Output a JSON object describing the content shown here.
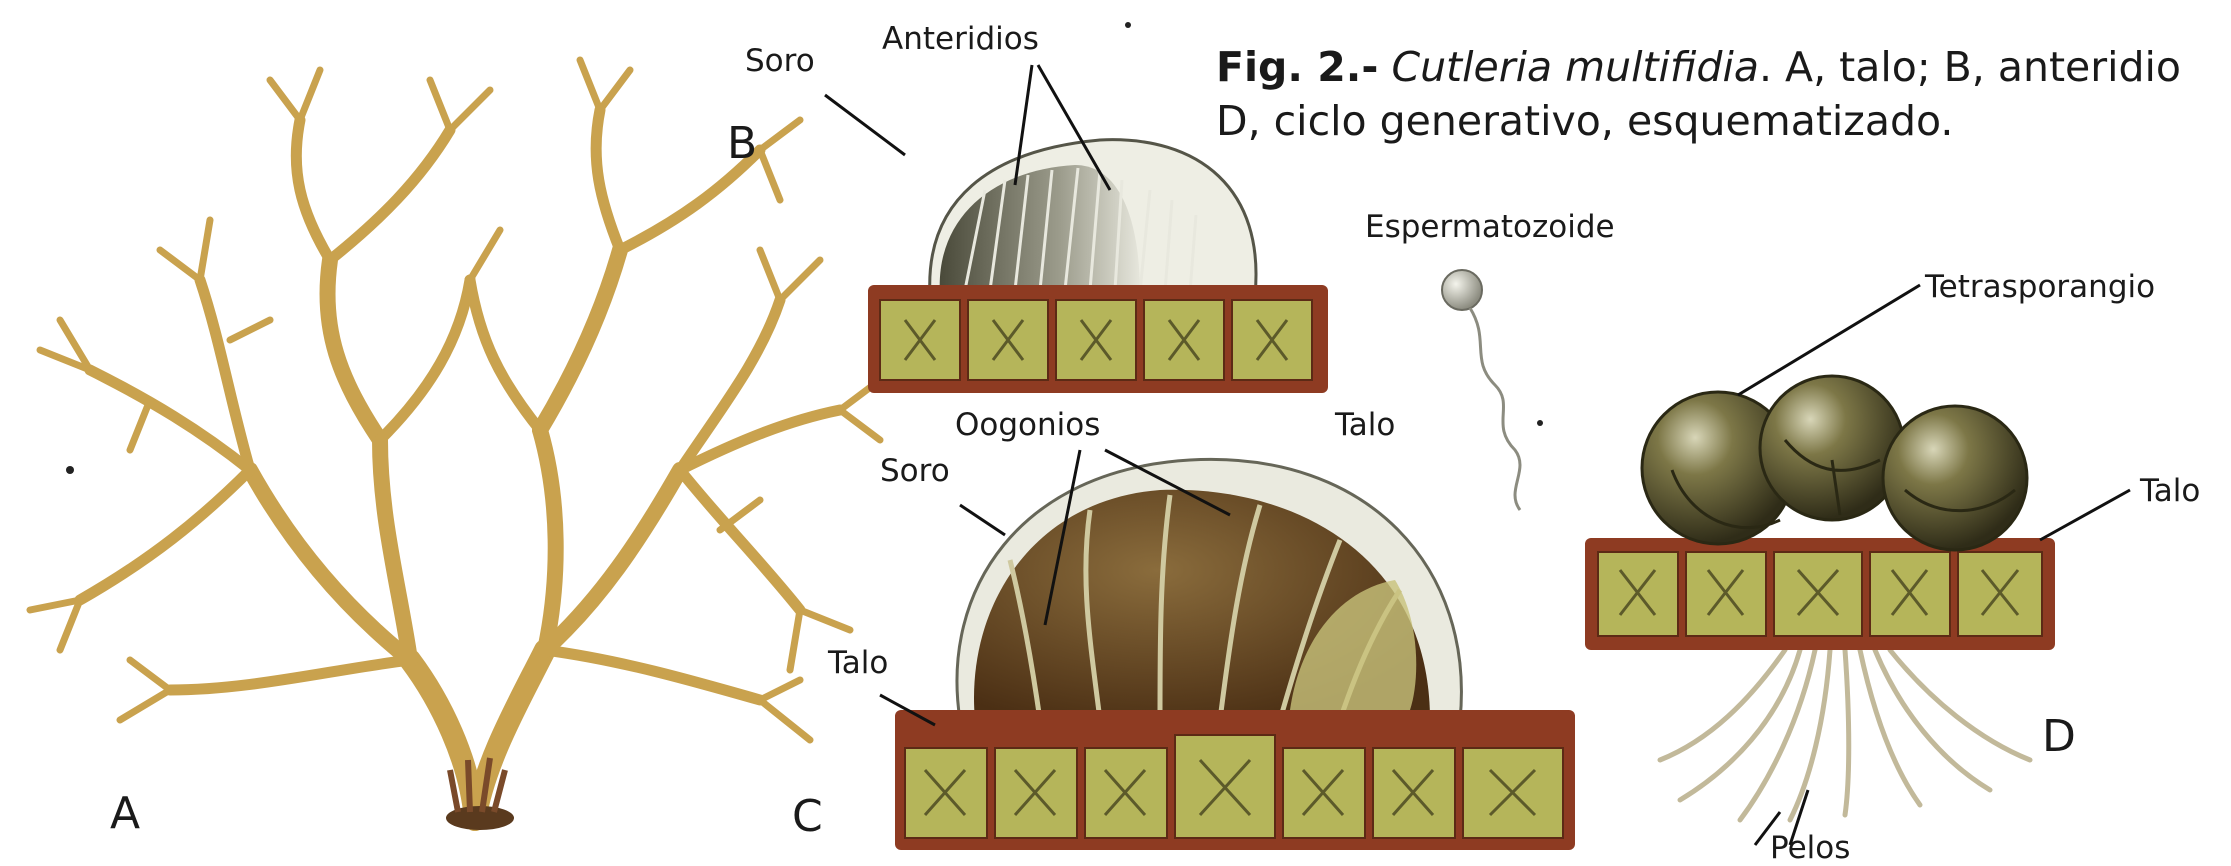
{
  "caption": {
    "fig_label": "Fig. 2.-",
    "species": "Cutleria multifidia",
    "line1_rest": ". A, talo; B, anteridio",
    "line2": "D, ciclo generativo, esquematizado."
  },
  "panels": {
    "a": "A",
    "b": "B",
    "c": "C",
    "d": "D"
  },
  "labels": {
    "soro_b": "Soro",
    "anteridios": "Anteridios",
    "espermatozoide": "Espermatozoide",
    "talo_mid": "Talo",
    "oogonios": "Oogonios",
    "soro_c": "Soro",
    "talo_c": "Talo",
    "tetrasporangio": "Tetrasporangio",
    "talo_d": "Talo",
    "pelos": "Pelos"
  },
  "colors": {
    "thallus": "#c9a24e",
    "tissue_red": "#8e3b22",
    "cell_green": "#b5b55a",
    "oogonia_brown": "#5e3d1e",
    "sporangia": "#5f5b34",
    "membrane": "#eaeadf"
  }
}
